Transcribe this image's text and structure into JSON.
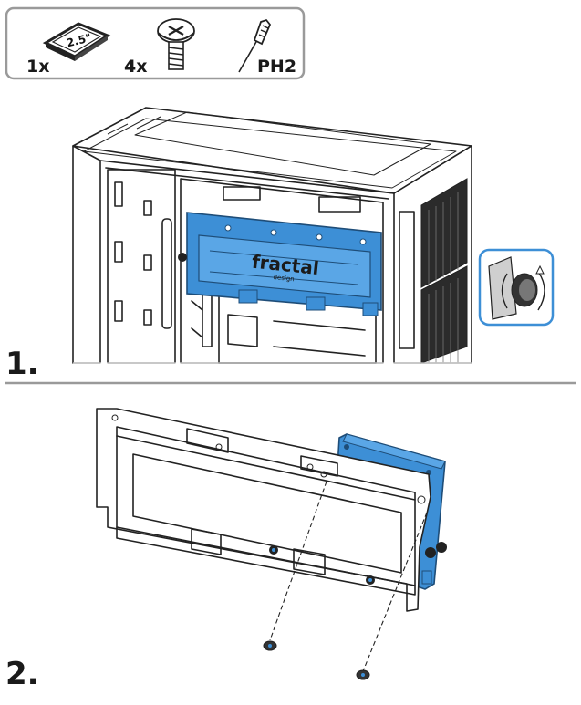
{
  "parts_box": {
    "ssd": {
      "qty": "1x",
      "label": "2.5\""
    },
    "screws": {
      "qty": "4x"
    },
    "tool": {
      "label": "PH2"
    }
  },
  "steps": [
    {
      "number": "1."
    },
    {
      "number": "2."
    }
  ],
  "bracket_logo": {
    "brand": "fractal",
    "sub": "design"
  },
  "colors": {
    "accent_blue": "#3d8fd6",
    "accent_blue_light": "#5aa6e6",
    "outline": "#222222",
    "frame_border": "#9a9a9a"
  },
  "icons": [
    "ssd-drive-icon",
    "screw-icon",
    "screwdriver-icon",
    "thumbscrew-rotate-icon"
  ]
}
